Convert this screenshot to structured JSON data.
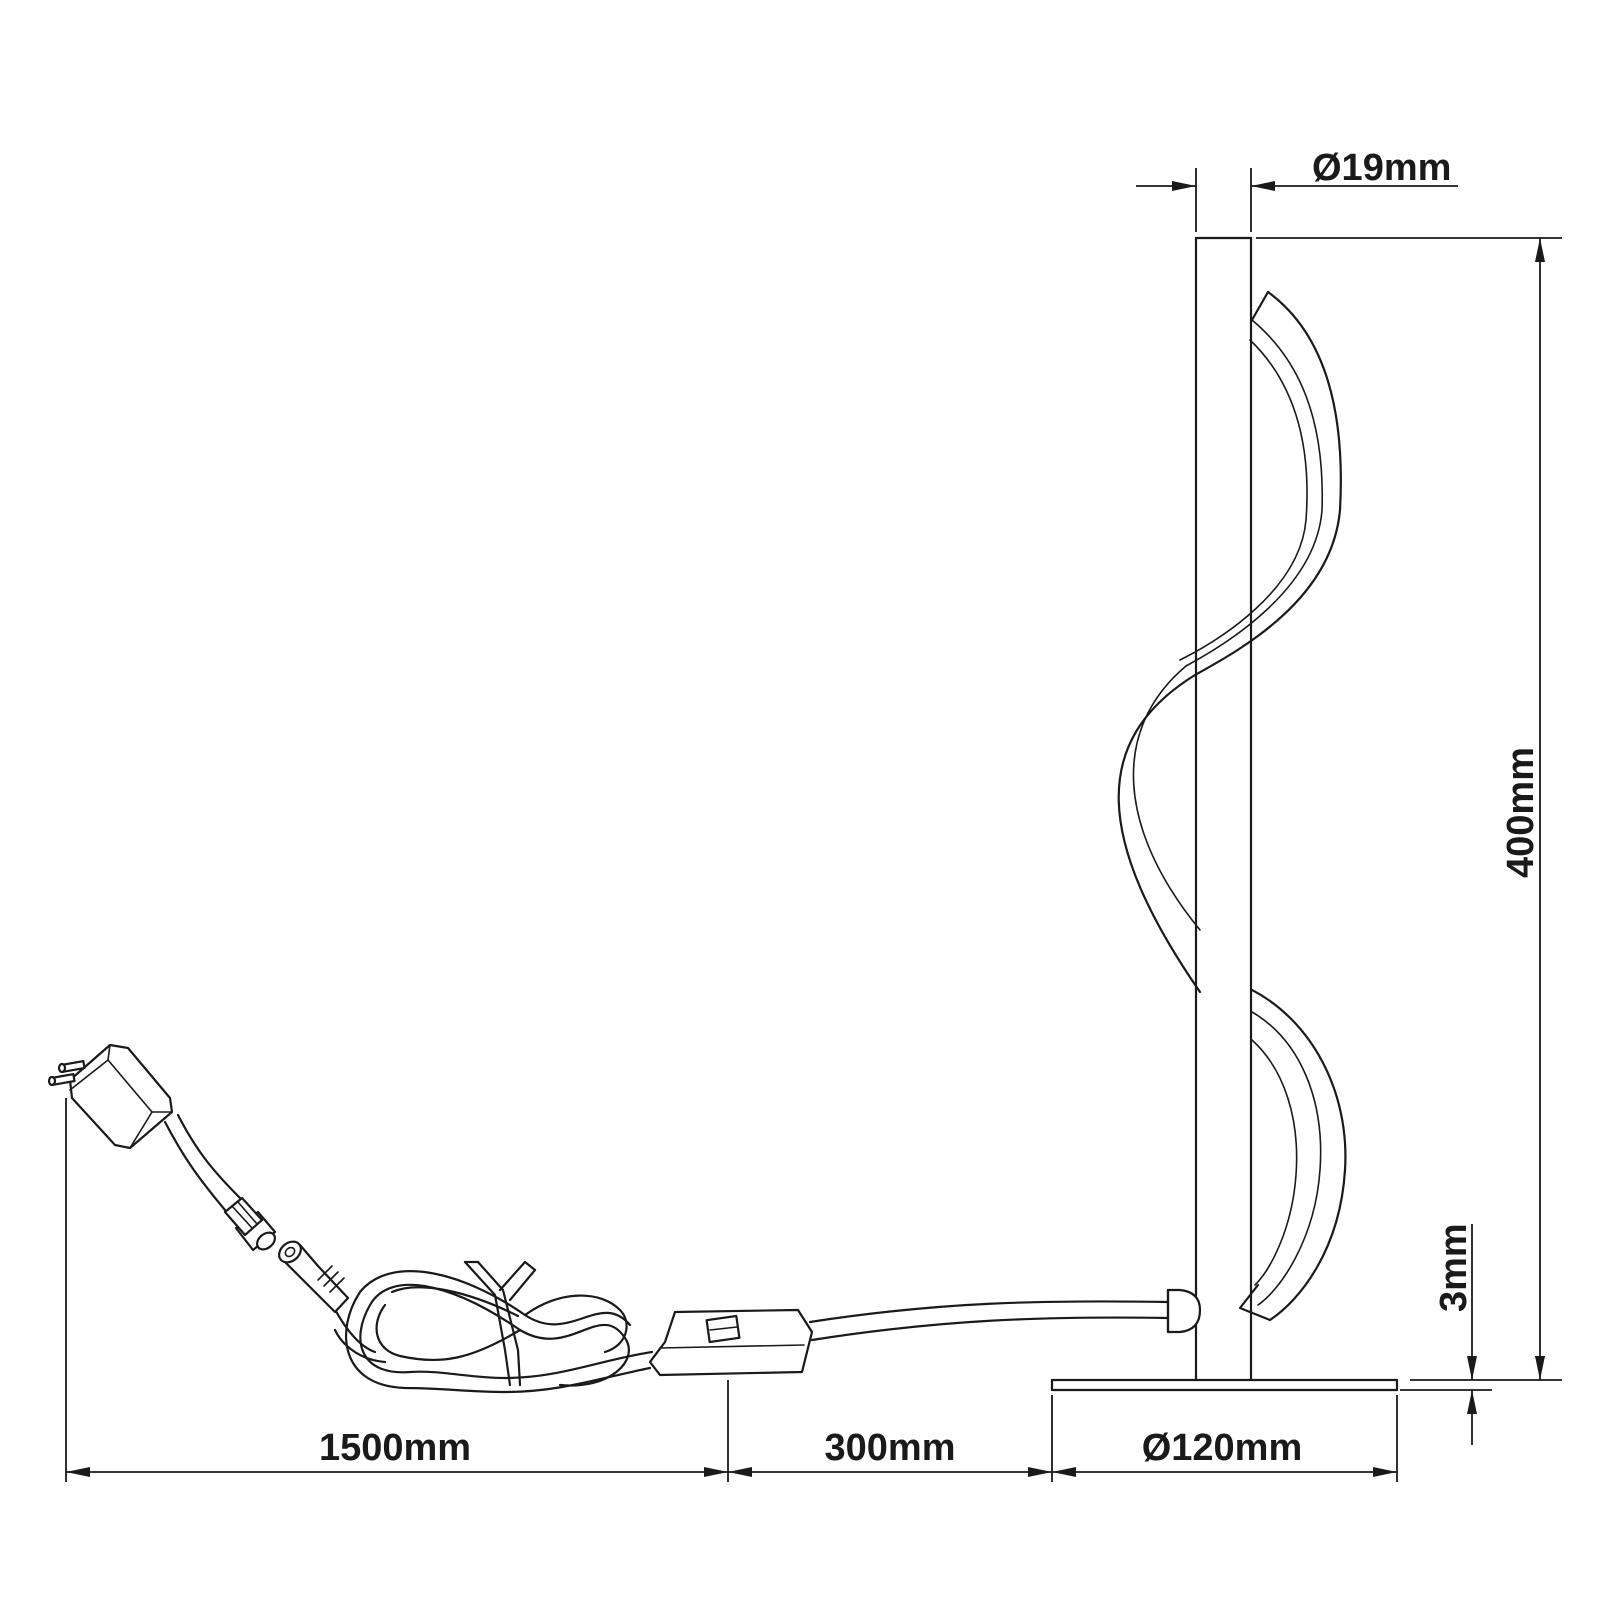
{
  "dimensions": {
    "tube_diameter": "Ø19mm",
    "height": "400mm",
    "base_thickness": "3mm",
    "cable_adapter_length": "1500mm",
    "cable_lamp_length": "300mm",
    "base_diameter": "Ø120mm"
  },
  "colors": {
    "line": "#1a1a1a",
    "background": "#ffffff"
  }
}
